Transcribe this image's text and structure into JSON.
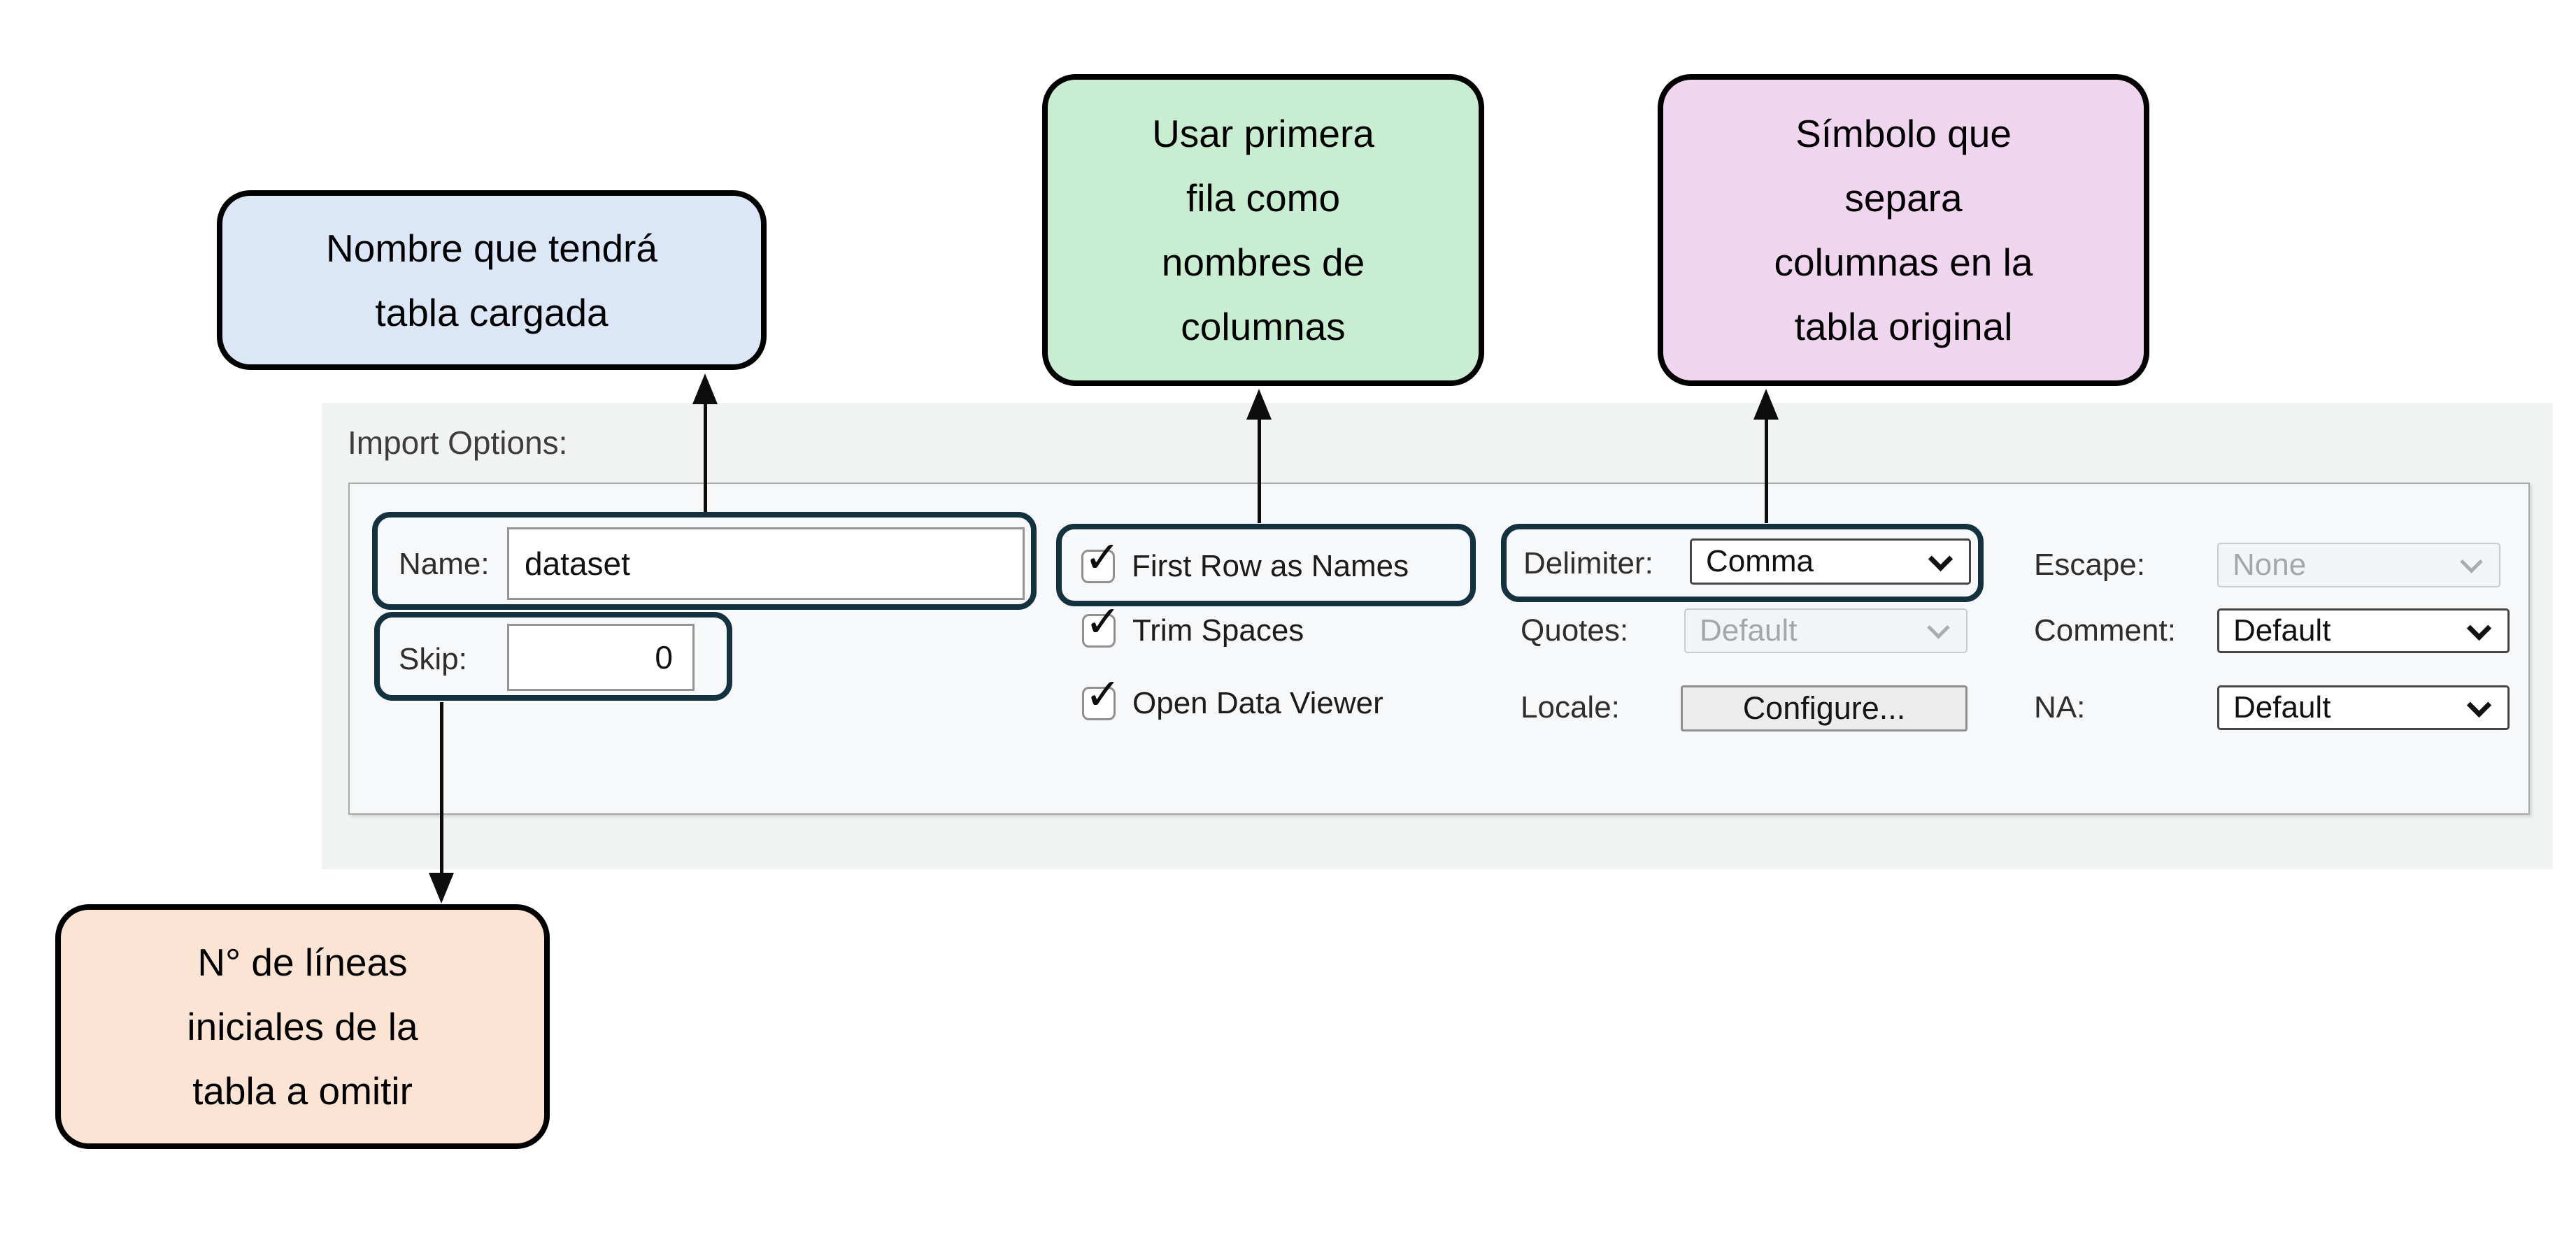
{
  "colors": {
    "callout_blue": "#dbe7f6",
    "callout_green": "#c9edd0",
    "callout_pink": "#f0d5ef",
    "callout_orange": "#fbe4d3",
    "callout_border": "#000000",
    "highlight_border": "#14313f",
    "panel_bg": "#f1f2f2",
    "inner_panel_bg": "#f7f8f9"
  },
  "callouts": {
    "name": {
      "lines": [
        "Nombre que tendrá",
        "tabla cargada"
      ]
    },
    "first_row": {
      "lines": [
        "Usar primera",
        "fila como",
        "nombres de",
        "columnas"
      ]
    },
    "delimiter": {
      "lines": [
        "Símbolo que",
        "separa",
        "columnas en la",
        "tabla original"
      ]
    },
    "skip": {
      "lines": [
        "N° de líneas",
        "iniciales de la",
        "tabla a omitir"
      ]
    }
  },
  "import_options": {
    "title": "Import Options:",
    "name_field": {
      "label": "Name:",
      "value": "dataset"
    },
    "skip_field": {
      "label": "Skip:",
      "value": "0"
    },
    "checkboxes": [
      {
        "label": "First Row as Names",
        "checked": true
      },
      {
        "label": "Trim Spaces",
        "checked": true
      },
      {
        "label": "Open Data Viewer",
        "checked": true
      }
    ],
    "delimiter_field": {
      "label": "Delimiter:",
      "value": "Comma",
      "enabled": true
    },
    "quotes_field": {
      "label": "Quotes:",
      "value": "Default",
      "enabled": false
    },
    "locale_field": {
      "label": "Locale:",
      "button_label": "Configure..."
    },
    "escape_field": {
      "label": "Escape:",
      "value": "None",
      "enabled": false
    },
    "comment_field": {
      "label": "Comment:",
      "value": "Default",
      "enabled": true
    },
    "na_field": {
      "label": "NA:",
      "value": "Default",
      "enabled": true
    }
  },
  "icons": {
    "checkmark": "✓"
  }
}
